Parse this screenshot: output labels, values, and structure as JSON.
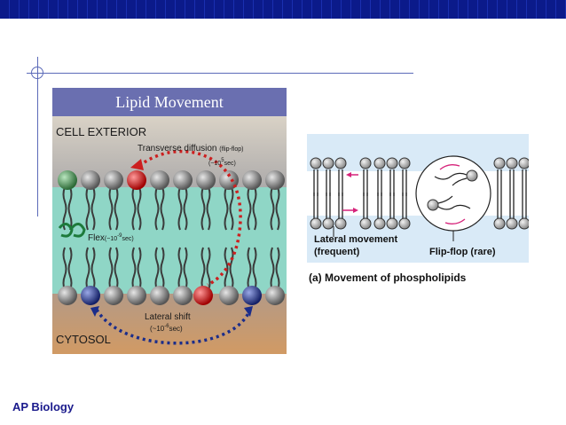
{
  "slide": {
    "footer": "AP Biology"
  },
  "left_figure": {
    "title": "Lipid Movement",
    "cell_exterior": "CELL EXTERIOR",
    "transverse": "Transverse diffusion",
    "transverse_paren": "(flip-flop)",
    "transverse_time_base": "(~10",
    "transverse_time_exp": "5",
    "transverse_time_unit": "sec)",
    "flex_base": "Flex",
    "flex_time_base": "(~10",
    "flex_time_exp": "-9",
    "flex_time_unit": "sec)",
    "lateral_shift": "Lateral shift",
    "lateral_time_base": "(~10",
    "lateral_time_exp": "-6",
    "lateral_time_unit": "sec)",
    "cytosol": "CYTOSOL",
    "colors": {
      "title_bg": "#6a6fb0",
      "exterior_bg": "#b9b5ad",
      "tail_zone": "#8fd6c6",
      "cytosol_bg": "#c99a72",
      "head": "#7d7d7d",
      "red_head": "#cc1f1f",
      "green_head": "#3f8a4b",
      "blue_head": "#25357a",
      "red_arrow": "#cc1f1f",
      "blue_arrow": "#1b2d8a"
    }
  },
  "right_figure": {
    "lateral_label_1": "Lateral movement",
    "lateral_label_2": "(frequent)",
    "flipflop_label": "Flip-flop (rare)",
    "caption_letter": "(a)",
    "caption": "Movement of phospholipids",
    "colors": {
      "bg": "#d9eaf7",
      "arrow": "#d6237a"
    }
  }
}
